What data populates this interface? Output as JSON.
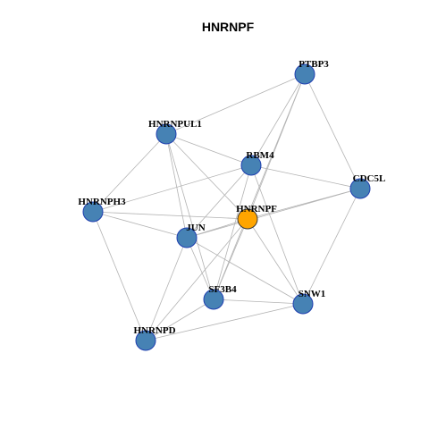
{
  "title": "HNRNPF",
  "colors": {
    "node": "#4682B4",
    "node_stroke": "#1f3fb0",
    "focus": "#FFA500",
    "focus_stroke": "#3a3a3a",
    "edge": "#b3b3b3"
  },
  "nodes": [
    {
      "id": "PTBP3",
      "label": "PTBP3",
      "focus": false
    },
    {
      "id": "HNRNPUL1",
      "label": "HNRNPUL1",
      "focus": false
    },
    {
      "id": "RBM4",
      "label": "RBM4",
      "focus": false
    },
    {
      "id": "CDC5L",
      "label": "CDC5L",
      "focus": false
    },
    {
      "id": "HNRNPH3",
      "label": "HNRNPH3",
      "focus": false
    },
    {
      "id": "HNRNPF",
      "label": "HNRNPF",
      "focus": true
    },
    {
      "id": "JUN",
      "label": "JUN",
      "focus": false
    },
    {
      "id": "SF3B4",
      "label": "SF3B4",
      "focus": false
    },
    {
      "id": "SNW1",
      "label": "SNW1",
      "focus": false
    },
    {
      "id": "HNRNPD",
      "label": "HNRNPD",
      "focus": false
    }
  ],
  "edges": [
    [
      "PTBP3",
      "HNRNPUL1"
    ],
    [
      "PTBP3",
      "CDC5L"
    ],
    [
      "PTBP3",
      "HNRNPF"
    ],
    [
      "PTBP3",
      "SF3B4"
    ],
    [
      "PTBP3",
      "RBM4"
    ],
    [
      "HNRNPUL1",
      "HNRNPH3"
    ],
    [
      "HNRNPUL1",
      "RBM4"
    ],
    [
      "HNRNPUL1",
      "JUN"
    ],
    [
      "HNRNPUL1",
      "SF3B4"
    ],
    [
      "HNRNPUL1",
      "HNRNPF"
    ],
    [
      "RBM4",
      "CDC5L"
    ],
    [
      "RBM4",
      "HNRNPH3"
    ],
    [
      "RBM4",
      "JUN"
    ],
    [
      "RBM4",
      "SNW1"
    ],
    [
      "RBM4",
      "SF3B4"
    ],
    [
      "CDC5L",
      "HNRNPF"
    ],
    [
      "CDC5L",
      "JUN"
    ],
    [
      "CDC5L",
      "SNW1"
    ],
    [
      "HNRNPH3",
      "HNRNPF"
    ],
    [
      "HNRNPH3",
      "JUN"
    ],
    [
      "HNRNPH3",
      "HNRNPD"
    ],
    [
      "HNRNPF",
      "JUN"
    ],
    [
      "HNRNPF",
      "SF3B4"
    ],
    [
      "HNRNPF",
      "SNW1"
    ],
    [
      "HNRNPF",
      "HNRNPD"
    ],
    [
      "JUN",
      "SF3B4"
    ],
    [
      "JUN",
      "SNW1"
    ],
    [
      "JUN",
      "HNRNPD"
    ],
    [
      "SF3B4",
      "SNW1"
    ],
    [
      "SF3B4",
      "HNRNPD"
    ],
    [
      "SNW1",
      "HNRNPD"
    ]
  ]
}
